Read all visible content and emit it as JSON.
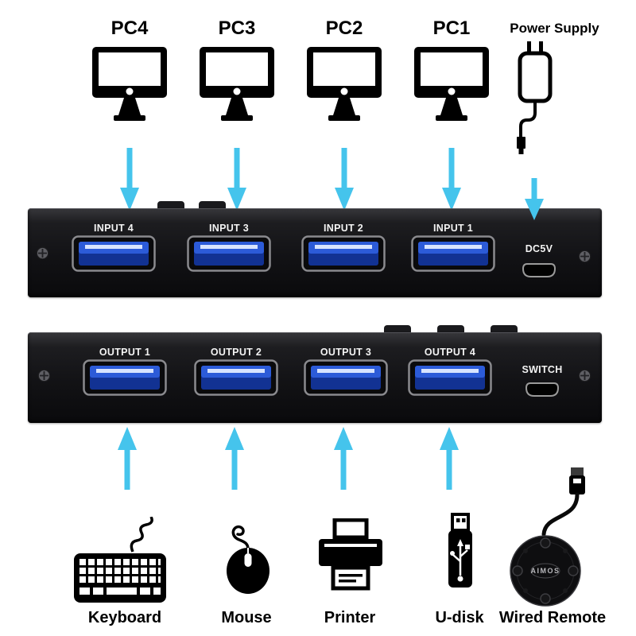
{
  "top_devices": [
    {
      "label": "PC4"
    },
    {
      "label": "PC3"
    },
    {
      "label": "PC2"
    },
    {
      "label": "PC1"
    }
  ],
  "power_supply": {
    "label": "Power Supply"
  },
  "input_bar": {
    "ports": [
      {
        "label": "INPUT 4"
      },
      {
        "label": "INPUT 3"
      },
      {
        "label": "INPUT 2"
      },
      {
        "label": "INPUT 1"
      }
    ],
    "power_port_label": "DC5V"
  },
  "output_bar": {
    "ports": [
      {
        "label": "OUTPUT 1"
      },
      {
        "label": "OUTPUT 2"
      },
      {
        "label": "OUTPUT 3"
      },
      {
        "label": "OUTPUT 4"
      }
    ],
    "switch_port_label": "SWITCH"
  },
  "bottom_devices": [
    {
      "label": "Keyboard"
    },
    {
      "label": "Mouse"
    },
    {
      "label": "Printer"
    },
    {
      "label": "U-disk"
    },
    {
      "label": "Wired Remote"
    }
  ],
  "remote": {
    "brand": "AIMOS"
  },
  "colors": {
    "arrow": "#45C4EC",
    "usb_port_blue": "#2c5bd8",
    "device_body": "#121215",
    "background": "#ffffff"
  }
}
